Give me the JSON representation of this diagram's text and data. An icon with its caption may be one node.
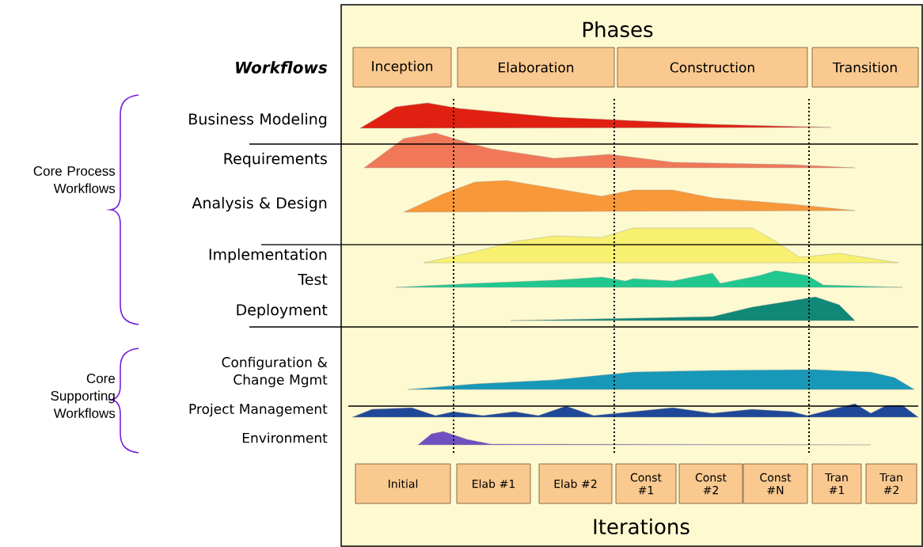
{
  "diagram": {
    "nodes": [
      {
        "text": [
          "Inception"
        ]
      },
      {
        "text": [
          "Elaboration"
        ]
      },
      {
        "text": [
          "Construction"
        ]
      },
      {
        "text": [
          "Transition"
        ]
      },
      {
        "text": [
          "Initial"
        ]
      },
      {
        "text": [
          "Elab #1"
        ]
      },
      {
        "text": [
          "Elab #2"
        ]
      },
      {
        "text": [
          "Const #1"
        ]
      },
      {
        "text": [
          "Const #2"
        ]
      },
      {
        "text": [
          "Const #N"
        ]
      },
      {
        "text": [
          "Tran #1"
        ]
      },
      {
        "text": [
          "Tran #2"
        ]
      }
    ],
    "labels": [
      "Phases",
      "Workflows",
      "Core Process Workflows",
      "Business Modeling",
      "Requirements",
      "Analysis & Design",
      "Implementation",
      "Test",
      "Deployment",
      "Core Supporting Workflows",
      "Configuration & Change Mgmt",
      "Project Management",
      "Environment",
      "Iterations"
    ]
  }
}
